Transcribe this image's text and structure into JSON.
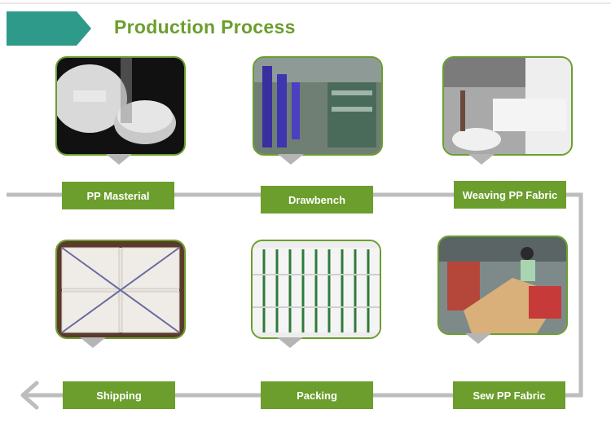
{
  "header": {
    "title": "Production Process",
    "accent_color": "#2e9a8a",
    "title_color": "#6b9e2c"
  },
  "steps": [
    {
      "label": "PP Masterial",
      "photo": "pp-granules-photo"
    },
    {
      "label": "Drawbench",
      "photo": "drawbench-machine-photo"
    },
    {
      "label": "Weaving PP Fabric",
      "photo": "weaving-loom-photo"
    },
    {
      "label": "Sew PP Fabric",
      "photo": "sewing-workshop-photo"
    },
    {
      "label": "Packing",
      "photo": "packed-bales-photo"
    },
    {
      "label": "Shipping",
      "photo": "container-loading-photo"
    }
  ],
  "colors": {
    "step_fill": "#6b9e2c",
    "step_text": "#ffffff",
    "flow_line": "#bdbdbd",
    "photo_border": "#6b9e2c"
  }
}
